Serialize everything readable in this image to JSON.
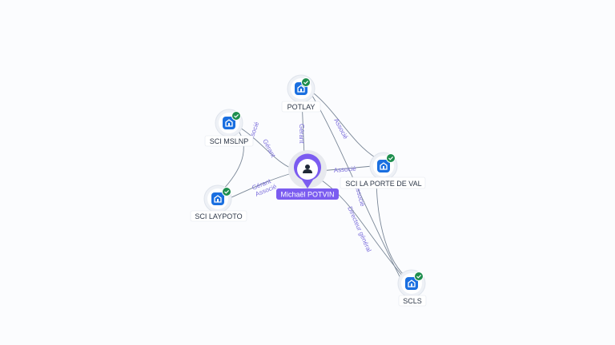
{
  "graph": {
    "person": {
      "name": "Michaël POTVIN",
      "color": "#7b5cf0",
      "icon": "user-icon"
    },
    "companies": [
      {
        "id": "potlay",
        "name": "POTLAY",
        "icon": "building-icon",
        "verified": true
      },
      {
        "id": "scimslnp",
        "name": "SCI MSLNP",
        "icon": "building-icon",
        "verified": true
      },
      {
        "id": "scilaypo",
        "name": "SCI LAYPOTO",
        "icon": "building-icon",
        "verified": true
      },
      {
        "id": "sciporte",
        "name": "SCI LA PORTE DE VAL",
        "icon": "building-icon",
        "verified": true
      },
      {
        "id": "scls",
        "name": "SCLS",
        "icon": "building-icon",
        "verified": true
      }
    ],
    "relations": [
      {
        "id": "r1",
        "label": "Gérant"
      },
      {
        "id": "r2",
        "label": "Gérant"
      },
      {
        "id": "r3",
        "label": "Associé"
      },
      {
        "id": "r4",
        "label": "Gérant"
      },
      {
        "id": "r5",
        "label": "Associé"
      },
      {
        "id": "r6",
        "label": "Associé"
      },
      {
        "id": "r7",
        "label": "Associé"
      },
      {
        "id": "r8",
        "label": "Associé"
      },
      {
        "id": "r9",
        "label": "Directeur général"
      }
    ],
    "colors": {
      "company_icon": "#1a6fe0",
      "verified_badge": "#1e8e4e",
      "edge": "#7a8797",
      "edge_label": "#7c6fdc"
    }
  }
}
